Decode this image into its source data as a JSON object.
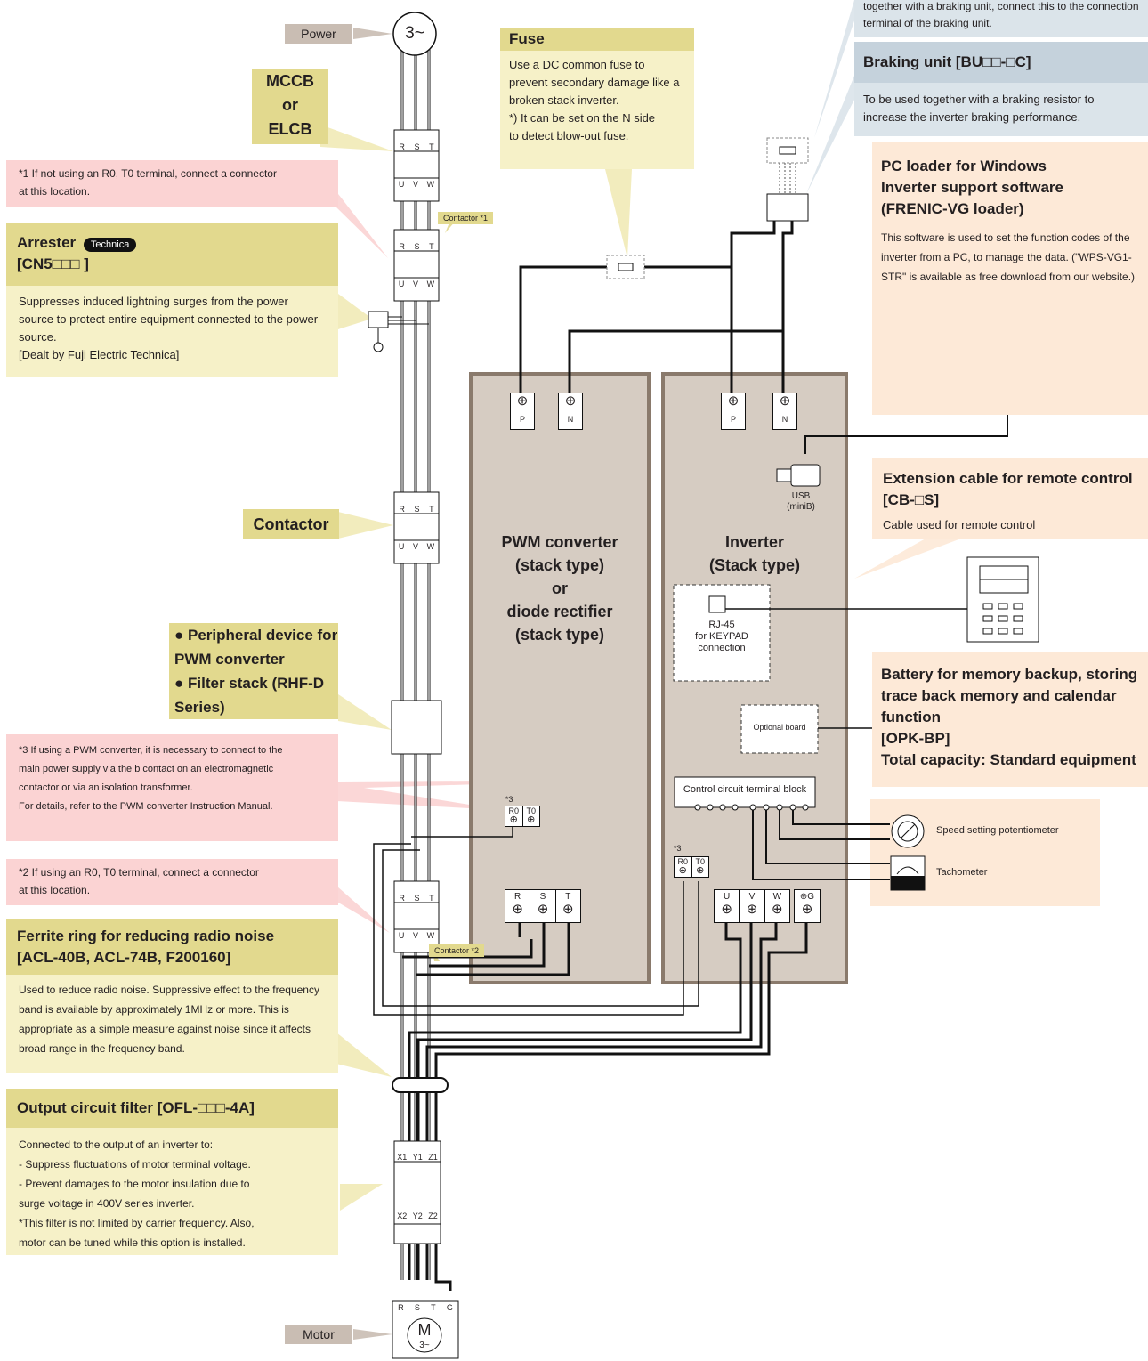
{
  "labels": {
    "power": "Power",
    "motor": "Motor",
    "power_symbol": "3~",
    "motor_symbol_m": "M",
    "motor_symbol_phase": "3~",
    "mccb": "MCCB\nor\nELCB",
    "contactor": "Contactor",
    "peripheral_1": "Peripheral device for PWM converter",
    "peripheral_2": "Filter stack (RHF-D Series)",
    "contactor_note_1": "Contactor *1",
    "contactor_note_2": "Contactor *2"
  },
  "fuse": {
    "title": "Fuse",
    "body": "Use a DC common fuse to prevent secondary damage like a broken stack inverter.\n*) It can be set on the N side\n    to detect blow-out fuse."
  },
  "braking_resistor_text": "together with a braking unit, connect this to the connection terminal of the braking unit.",
  "braking_unit": {
    "title": "Braking unit  [BU□□-□C]",
    "body": "To be used together with a braking resistor to increase the inverter braking performance."
  },
  "pc_loader": {
    "title": "PC loader for Windows\nInverter support software\n(FRENIC-VG loader)",
    "body": "This software is used to set the function codes of the inverter from a PC, to manage the data. (\"WPS-VG1-STR\" is available as free download from our website.)"
  },
  "extension_cable": {
    "title": "Extension cable for remote control\n[CB-□S]",
    "body": "Cable used for remote control"
  },
  "battery": {
    "title": "Battery for memory backup, storing trace back memory and calendar function\n[OPK-BP]\nTotal capacity: Standard equipment"
  },
  "arrester": {
    "title_1": "Arrester",
    "badge": "Technica",
    "title_2": "[CN5□□□ ]",
    "body": "Suppresses induced lightning surges from the power source to protect entire equipment connected to the power source.\n[Dealt by Fuji Electric Technica]"
  },
  "notes": {
    "note1": "*1 If not using an R0, T0 terminal, connect a connector\n    at this location.",
    "note3": "*3 If using a PWM converter, it is necessary to connect to the\n    main power supply via the b contact on an electromagnetic\n    contactor or via an isolation transformer.\n    For details, refer to the PWM converter Instruction Manual.",
    "note2": "*2 If using an R0, T0 terminal, connect a connector\n    at this location."
  },
  "ferrite": {
    "title": "Ferrite ring for reducing radio noise\n[ACL-40B, ACL-74B, F200160]",
    "body": "Used to reduce radio noise. Suppressive effect to the frequency band is available by approximately 1MHz or more. This is appropriate as a simple measure against noise since it affects broad range in the frequency band."
  },
  "output_filter": {
    "title": "Output circuit filter [OFL-□□□-4A]",
    "body": "Connected to the output of an inverter to:\n- Suppress fluctuations of motor terminal voltage.\n- Prevent damages to the motor insulation due to\n  surge voltage in 400V series inverter.\n*This filter is not limited by carrier frequency. Also,\n  motor can be tuned while this option is installed."
  },
  "converter": {
    "title": "PWM converter\n(stack type)\nor\ndiode rectifier\n(stack type)",
    "p": "P",
    "n": "N",
    "r": "R",
    "s": "S",
    "t": "T",
    "r0": "R0",
    "t0": "T0",
    "star3": "*3"
  },
  "inverter": {
    "title": "Inverter\n(Stack type)",
    "p": "P",
    "n": "N",
    "usb": "USB\n(miniB)",
    "rj45": "RJ-45\nfor KEYPAD\nconnection",
    "optional_board": "Optional board",
    "control_block": "Control circuit terminal block",
    "u": "U",
    "v": "V",
    "w": "W",
    "g": "G",
    "r0": "R0",
    "t0": "T0",
    "star3": "*3"
  },
  "speed_pot": "Speed setting potentiometer",
  "tachometer": "Tachometer",
  "terminals": {
    "rst": [
      "R",
      "S",
      "T"
    ],
    "uvw": [
      "U",
      "V",
      "W"
    ],
    "x": [
      "X1",
      "Y1",
      "Z1"
    ],
    "x2": [
      "X2",
      "Y2",
      "Z2"
    ],
    "motor": [
      "R",
      "S",
      "T",
      "G"
    ]
  },
  "colors": {
    "yellow_head": "#e2d98e",
    "yellow_body": "#f6f1c8",
    "pink": "#fbd3d3",
    "orange": "#fde9d7",
    "blue": "#dbe4ea",
    "stack_fill": "#d6ccc2",
    "stack_border": "#8a7a6c"
  }
}
